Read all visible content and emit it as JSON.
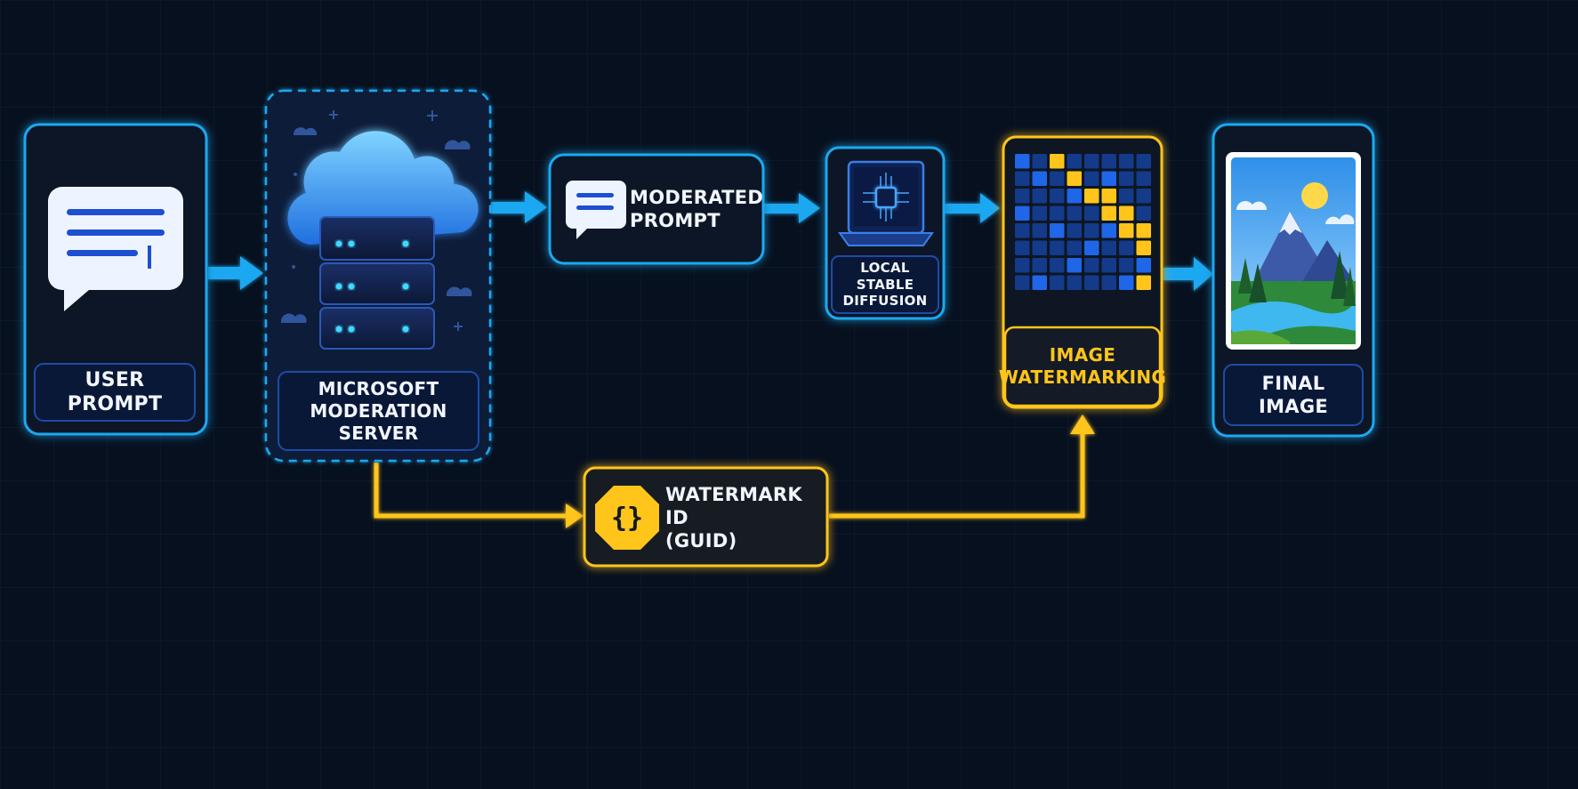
{
  "nodes": {
    "user_prompt": {
      "label": "USER PROMPT"
    },
    "moderation_server": {
      "label": "MICROSOFT\nMODERATION SERVER"
    },
    "moderated_prompt": {
      "label": "MODERATED\nPROMPT"
    },
    "local_sd": {
      "label": "LOCAL STABLE\nDIFFUSION"
    },
    "image_watermarking": {
      "label": "IMAGE\nWATERMARKING"
    },
    "final_image": {
      "label": "FINAL IMAGE"
    },
    "watermark_id": {
      "label": "WATERMARK ID\n(GUID)"
    }
  },
  "edges": [
    {
      "from": "user_prompt",
      "to": "moderation_server"
    },
    {
      "from": "moderation_server",
      "to": "moderated_prompt"
    },
    {
      "from": "moderated_prompt",
      "to": "local_sd"
    },
    {
      "from": "local_sd",
      "to": "image_watermarking"
    },
    {
      "from": "image_watermarking",
      "to": "final_image"
    },
    {
      "from": "moderation_server",
      "to": "watermark_id"
    },
    {
      "from": "watermark_id",
      "to": "image_watermarking"
    }
  ],
  "colors": {
    "background": "#07101f",
    "blue_accent": "#1fa8f0",
    "gold_accent": "#ffc51a"
  },
  "icons": [
    "chat-bubble-icon",
    "cloud-server-icon",
    "laptop-chip-icon",
    "watermark-grid-icon",
    "landscape-image-icon",
    "curly-braces-icon"
  ]
}
